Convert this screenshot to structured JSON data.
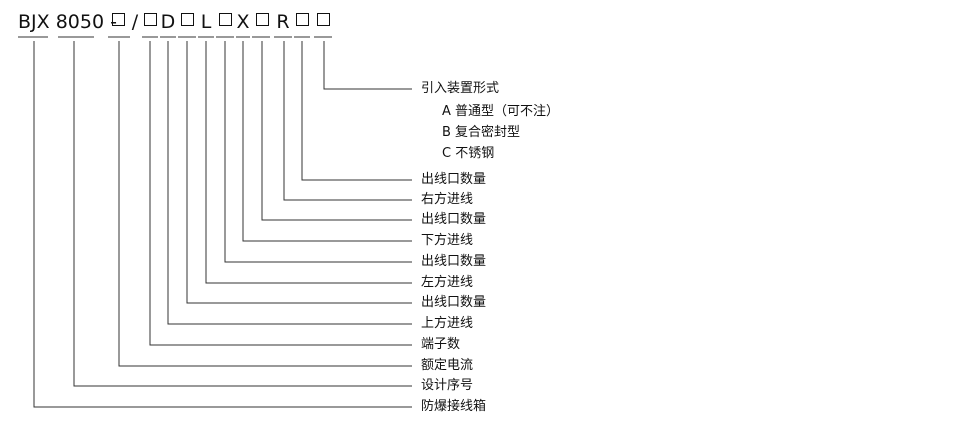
{
  "code": {
    "prefix": "BJX 8050 -",
    "slash": "/",
    "d": "D",
    "l": "L",
    "x": "X",
    "r": "R"
  },
  "labels": {
    "lead_in_type": "引入装置形式",
    "option_a": "A 普通型（可不注）",
    "option_b": "B 复合密封型",
    "option_c": "C 不锈钢",
    "right_count": "出线口数量",
    "right_entry": "右方进线",
    "bottom_count": "出线口数量",
    "bottom_entry": "下方进线",
    "left_count": "出线口数量",
    "left_entry": "左方进线",
    "top_count": "出线口数量",
    "top_entry": "上方进线",
    "terminals": "端子数",
    "rated_current": "额定电流",
    "design_no": "设计序号",
    "box_name": "防爆接线箱"
  }
}
